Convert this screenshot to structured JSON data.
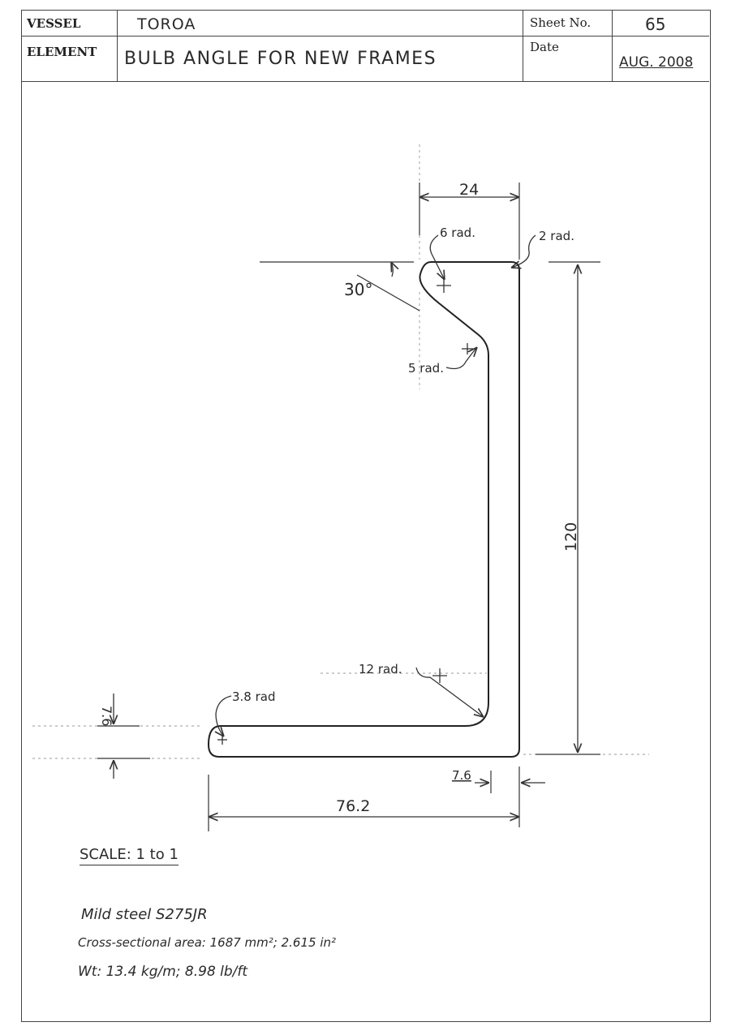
{
  "title_block": {
    "vessel_label": "VESSEL",
    "vessel_value": "TOROA",
    "element_label": "ELEMENT",
    "element_value": "BULB ANGLE FOR NEW FRAMES",
    "sheet_label": "Sheet No.",
    "sheet_value": "65",
    "date_label": "Date",
    "date_value": "AUG. 2008"
  },
  "drawing": {
    "dim_top_width": "24",
    "dim_height": "120",
    "dim_base_width": "76.2",
    "dim_web_thickness": "7.6",
    "dim_flange_thickness": "7.6",
    "angle_label": "30°",
    "radius_bulb": "6 rad.",
    "radius_top_corner": "2 rad.",
    "radius_bulb_root": "5 rad.",
    "radius_heel": "12 rad.",
    "radius_toe": "3.8 rad"
  },
  "notes": {
    "scale": "SCALE: 1 to 1",
    "material": "Mild steel S275JR",
    "area": "Cross-sectional area: 1687 mm²; 2.615 in²",
    "weight": "Wt: 13.4 kg/m; 8.98 lb/ft"
  }
}
